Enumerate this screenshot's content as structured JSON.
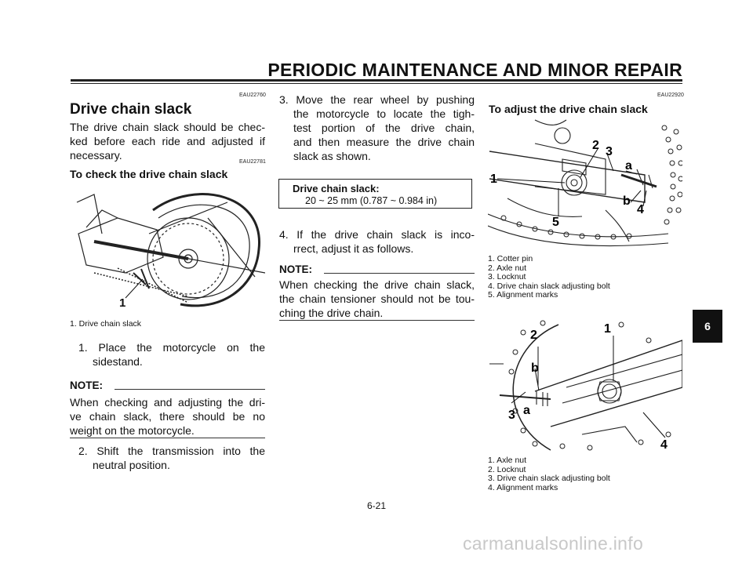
{
  "header": {
    "title": "PERIODIC MAINTENANCE AND MINOR REPAIR"
  },
  "left": {
    "code1": "EAU22760",
    "title": "Drive chain slack",
    "intro_lines": [
      "The drive chain slack should be chec-",
      "ked before each ride and adjusted if",
      "necessary."
    ],
    "code2": "EAU22781",
    "subtitle": "To check the drive chain slack",
    "fig_callout": "1",
    "fig_caption": "1. Drive chain slack",
    "step1_lines": [
      "1. Place the motorcycle on the",
      "sidestand."
    ],
    "note_label": "NOTE:",
    "note_lines": [
      "When checking and adjusting the dri-",
      "ve chain slack, there should be no",
      "weight on the motorcycle."
    ],
    "step2_lines": [
      "2. Shift the transmission into the",
      "neutral position."
    ]
  },
  "middle": {
    "step3_lines": [
      "3. Move the rear wheel by pushing",
      "the motorcycle to locate the tigh-",
      "test portion of the drive chain,",
      "and then measure the drive chain",
      "slack as shown."
    ],
    "spec_label": "Drive chain slack:",
    "spec_value": "20 ~ 25 mm (0.787 ~ 0.984 in)",
    "step4_lines": [
      "4. If the drive chain slack is inco-",
      "rrect, adjust it as follows."
    ],
    "note_label": "NOTE:",
    "note_lines": [
      "When checking the drive chain slack,",
      "the chain tensioner should not be tou-",
      "ching the drive chain."
    ]
  },
  "right": {
    "code": "EAU22920",
    "title": "To adjust the drive chain slack",
    "fig1_callouts": {
      "c1": "1",
      "c2": "2",
      "c3": "3",
      "c4": "4",
      "c5": "5",
      "a": "a",
      "b": "b"
    },
    "fig1_captions": [
      "1. Cotter pin",
      "2. Axle nut",
      "3. Locknut",
      "4. Drive chain slack adjusting bolt",
      "5. Alignment marks"
    ],
    "fig2_callouts": {
      "c1": "1",
      "c2": "2",
      "c3": "3",
      "c4": "4",
      "a": "a",
      "b": "b"
    },
    "fig2_captions": [
      "1. Axle nut",
      "2. Locknut",
      "3. Drive chain slack adjusting bolt",
      "4. Alignment marks"
    ]
  },
  "chapter_tab": "6",
  "page_number": "6-21",
  "watermark": "carmanualsonline.info"
}
